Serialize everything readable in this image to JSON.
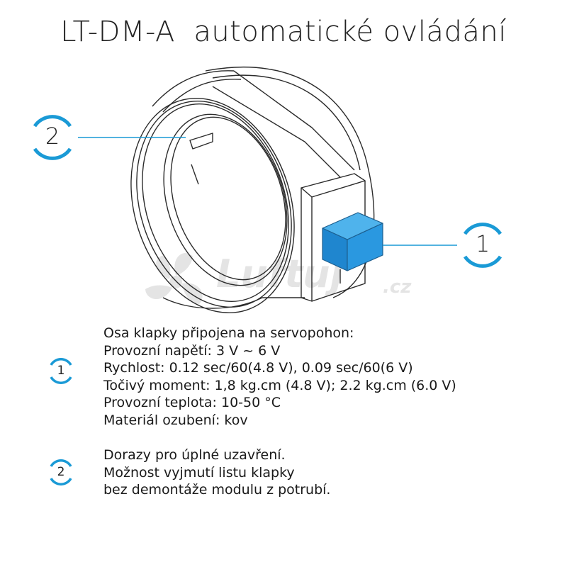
{
  "title": "LT-DM-A  automatické ovládání",
  "watermark": {
    "brand": "Luftuj",
    "tld": ".cz"
  },
  "callouts": [
    {
      "number": "1"
    },
    {
      "number": "2"
    }
  ],
  "specs": [
    {
      "number": "1",
      "lines": [
        "Osa klapky připojena na servopohon:",
        "Provozní napětí: 3 V ~ 6 V",
        "Rychlost: 0.12 sec/60(4.8 V), 0.09 sec/60(6 V)",
        "Točivý moment: 1,8 kg.cm (4.8 V); 2.2 kg.cm (6.0 V)",
        "Provozní teplota: 10-50 °C",
        "Materiál ozubení: kov"
      ]
    },
    {
      "number": "2",
      "lines": [
        "Dorazy pro úplné uzavření.",
        "Možnost vyjmutí listu klapky",
        "bez demontáže modulu z potrubí."
      ]
    }
  ],
  "colors": {
    "accent": "#1a9ad6",
    "servo": "#2a8fd8",
    "line": "#2b2b2b",
    "watermark": "#e4e4e4"
  }
}
